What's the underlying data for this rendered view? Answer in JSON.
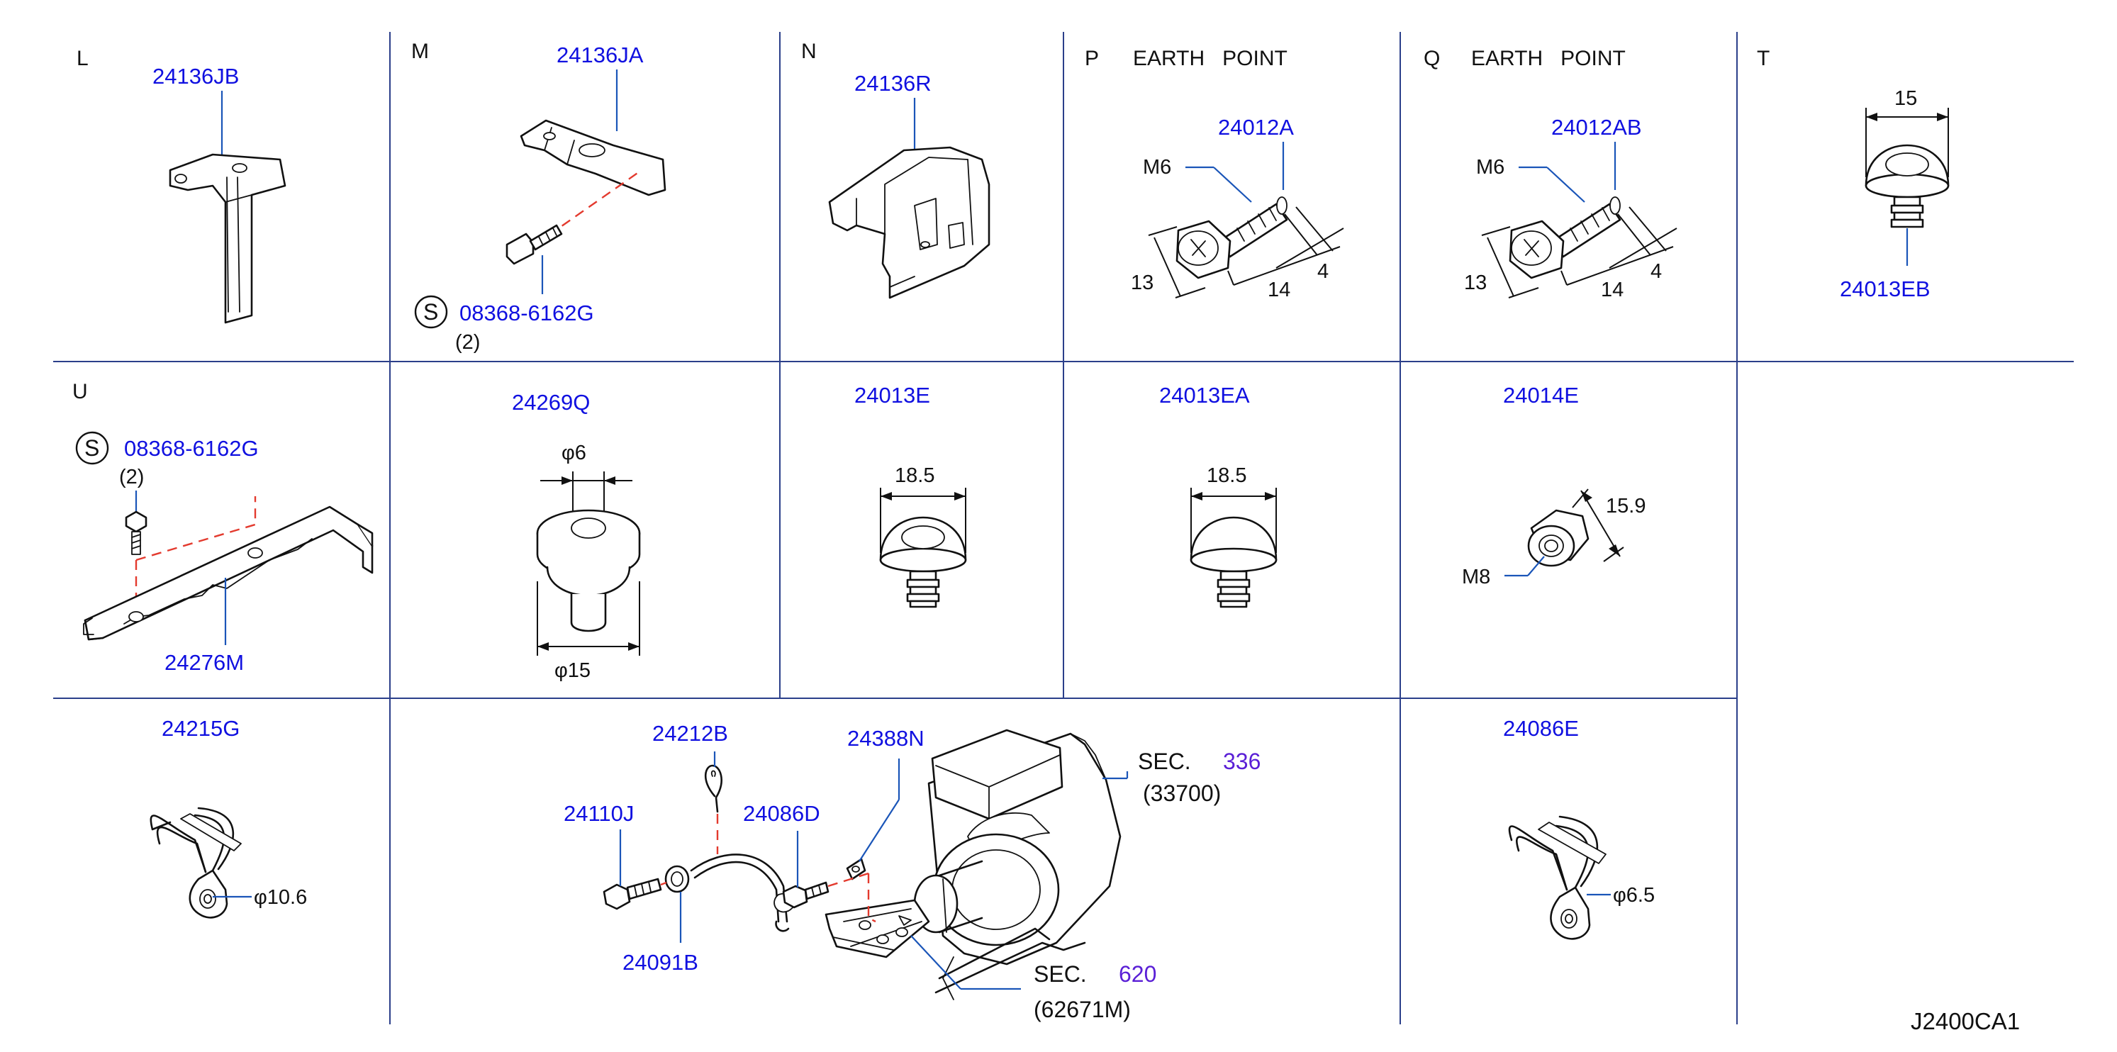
{
  "diagram_code": "J2400CA1",
  "colors": {
    "part_number": "#1010e0",
    "section_ref": "#5a1fd6",
    "grid": "#2b3f8a",
    "mating_dash": "#e33a2e",
    "leader": "#1a55b8"
  },
  "cells": {
    "L": {
      "letter": "L",
      "part": "24136JB"
    },
    "M": {
      "letter": "M",
      "part": "24136JA",
      "std_symbol": "S",
      "std_part": "08368-6162G",
      "std_qty": "(2)"
    },
    "N": {
      "letter": "N",
      "part": "24136R"
    },
    "P": {
      "letter": "P",
      "title": "EARTH   POINT",
      "part": "24012A",
      "thread": "M6",
      "dim_a": "13",
      "dim_b": "14",
      "dim_c": "4"
    },
    "Q": {
      "letter": "Q",
      "title": "EARTH   POINT",
      "part": "24012AB",
      "thread": "M6",
      "dim_a": "13",
      "dim_b": "14",
      "dim_c": "4"
    },
    "T": {
      "letter": "T",
      "part": "24013EB",
      "dim": "15"
    },
    "U": {
      "letter": "U",
      "std_symbol": "S",
      "std_part": "08368-6162G",
      "std_qty": "(2)",
      "part": "24276M"
    },
    "grommet": {
      "part": "24269Q",
      "dim_top": "φ6",
      "dim_bottom": "φ15"
    },
    "clip_e": {
      "part": "24013E",
      "dim": "18.5"
    },
    "clip_ea": {
      "part": "24013EA",
      "dim": "18.5"
    },
    "nut": {
      "part": "24014E",
      "dim": "15.9",
      "thread": "M8"
    },
    "clamp_g": {
      "part": "24215G",
      "dim": "φ10.6"
    },
    "assembly": {
      "parts": {
        "tie": "24212B",
        "bracket": "24388N",
        "bolt": "24110J",
        "bolt2": "24086D",
        "cable": "24091B"
      },
      "sec_upper": {
        "label": "SEC.",
        "number": "336",
        "code": "(33700)"
      },
      "sec_lower": {
        "label": "SEC.",
        "number": "620",
        "code": "(62671M)"
      }
    },
    "clamp_e": {
      "part": "24086E",
      "dim": "φ6.5"
    }
  }
}
